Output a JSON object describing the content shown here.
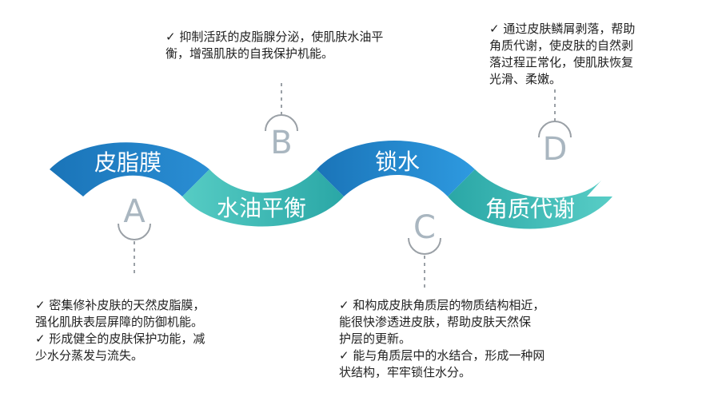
{
  "colors": {
    "dark_blue": "#1f7fc1",
    "light_blue": "#2b97dc",
    "teal_dark": "#2faaa8",
    "teal_light": "#45c3c0",
    "letter_gray": "#a9b6c0",
    "dash_gray": "#9aa0a6",
    "text": "#222222"
  },
  "segments": [
    {
      "label": "皮脂膜",
      "letter": "A"
    },
    {
      "label": "水油平衡",
      "letter": "B"
    },
    {
      "label": "锁水",
      "letter": "C"
    },
    {
      "label": "角质代谢",
      "letter": "D"
    }
  ],
  "notes": {
    "B": [
      "✓ 抑制活跃的皮脂腺分泌，使肌肤水油平",
      "衡，增强肌肤的自我保护机能。"
    ],
    "D": [
      "✓ 通过皮肤鳞屑剥落，帮助",
      "角质代谢，使皮肤的自然剥",
      "落过程正常化，使肌肤恢复",
      "光滑、柔嫩。"
    ],
    "A": [
      "✓ 密集修补皮肤的天然皮脂膜，",
      "强化肌肤表层屏障的防御机能。",
      "✓ 形成健全的皮肤保护功能，减",
      "少水分蒸发与流失。"
    ],
    "C": [
      "✓ 和构成皮肤角质层的物质结构相近，",
      "能很快渗透进皮肤，帮助皮肤天然保",
      "护层的更新。",
      "✓ 能与角质层中的水结合，形成一种网",
      "状结构，牢牢锁住水分。"
    ]
  }
}
